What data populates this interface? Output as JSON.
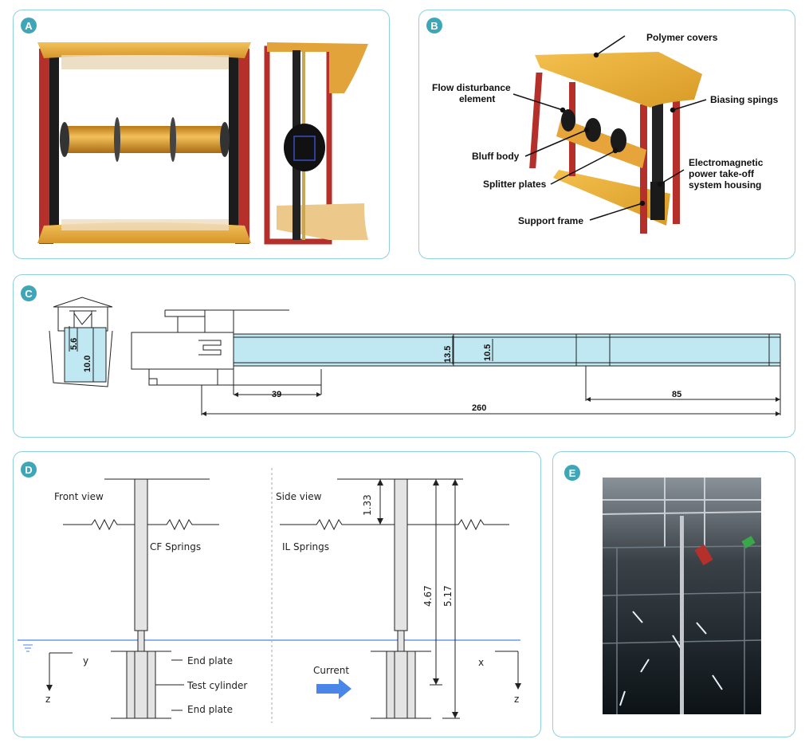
{
  "panels": {
    "a": {
      "badge": "A"
    },
    "b": {
      "badge": "B",
      "labels": {
        "polymer_covers": "Polymer covers",
        "flow_disturbance_1": "Flow disturbance",
        "flow_disturbance_2": "element",
        "biasing_springs": "Biasing spings",
        "bluff_body": "Bluff body",
        "em_1": "Electromagnetic",
        "em_2": "power take-off",
        "em_3": "system housing",
        "splitter_plates": "Splitter plates",
        "support_frame": "Support frame"
      }
    },
    "c": {
      "badge": "C",
      "dims": {
        "d56": "5.6",
        "d100": "10.0",
        "d135": "13.5",
        "d105": "10.5",
        "d39": "39",
        "d85": "85",
        "d260": "260"
      }
    },
    "d": {
      "badge": "D",
      "front_view": "Front view",
      "side_view": "Side view",
      "cf_springs": "CF Springs",
      "il_springs": "IL Springs",
      "end_plate_top": "End plate",
      "test_cylinder": "Test cylinder",
      "end_plate_bottom": "End plate",
      "current": "Current",
      "axis_y": "y",
      "axis_z1": "z",
      "axis_x": "x",
      "axis_z2": "z",
      "dim_133": "1.33",
      "dim_467": "4.67",
      "dim_517": "5.17"
    },
    "e": {
      "badge": "E"
    }
  },
  "colors": {
    "border": "#8fd0db",
    "badge": "#3fa6b8",
    "frame_red": "#b5302a",
    "cover_yellow": "#e5a834",
    "water_blue": "#bfe8f2",
    "current_arrow": "#4a86e8"
  }
}
